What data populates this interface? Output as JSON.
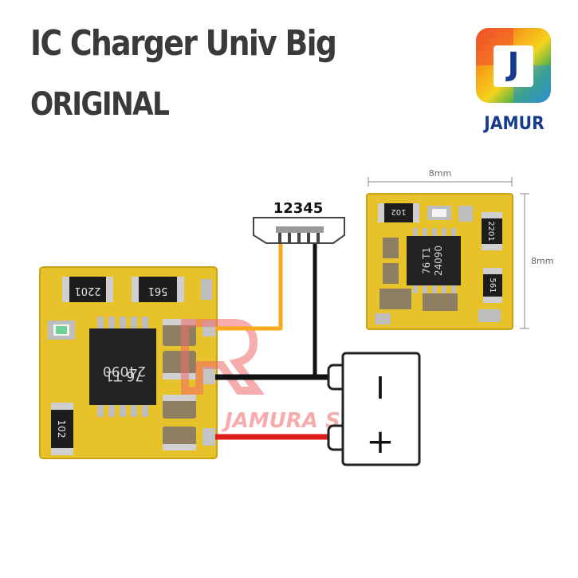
{
  "header": {
    "title": "IC Charger Univ Big",
    "subtitle": "ORIGINAL"
  },
  "logo": {
    "letter": "J",
    "brand": "JAMUR"
  },
  "diagram": {
    "connector_pins": "12345",
    "board_width": "8mm",
    "board_height": "8mm",
    "battery_minus": "I",
    "battery_plus": "+",
    "watermark": "JAMURA SHOP",
    "big_board": {
      "resistor_left": "2201",
      "resistor_right": "561",
      "chip_line1": "76 T1",
      "chip_line2": "24090",
      "resistor_bottom": "102"
    },
    "small_board": {
      "resistor_top": "102",
      "resistor_right": "2201",
      "resistor_right2": "561",
      "chip_line1": "76 T1",
      "chip_line2": "24090"
    }
  },
  "colors": {
    "pcb": "#e8c22a",
    "pcb_edge": "#c9a215",
    "wire_orange": "#f7a81b",
    "wire_red": "#e01b1b",
    "wire_black": "#111111",
    "brand_blue": "#173a8c"
  }
}
